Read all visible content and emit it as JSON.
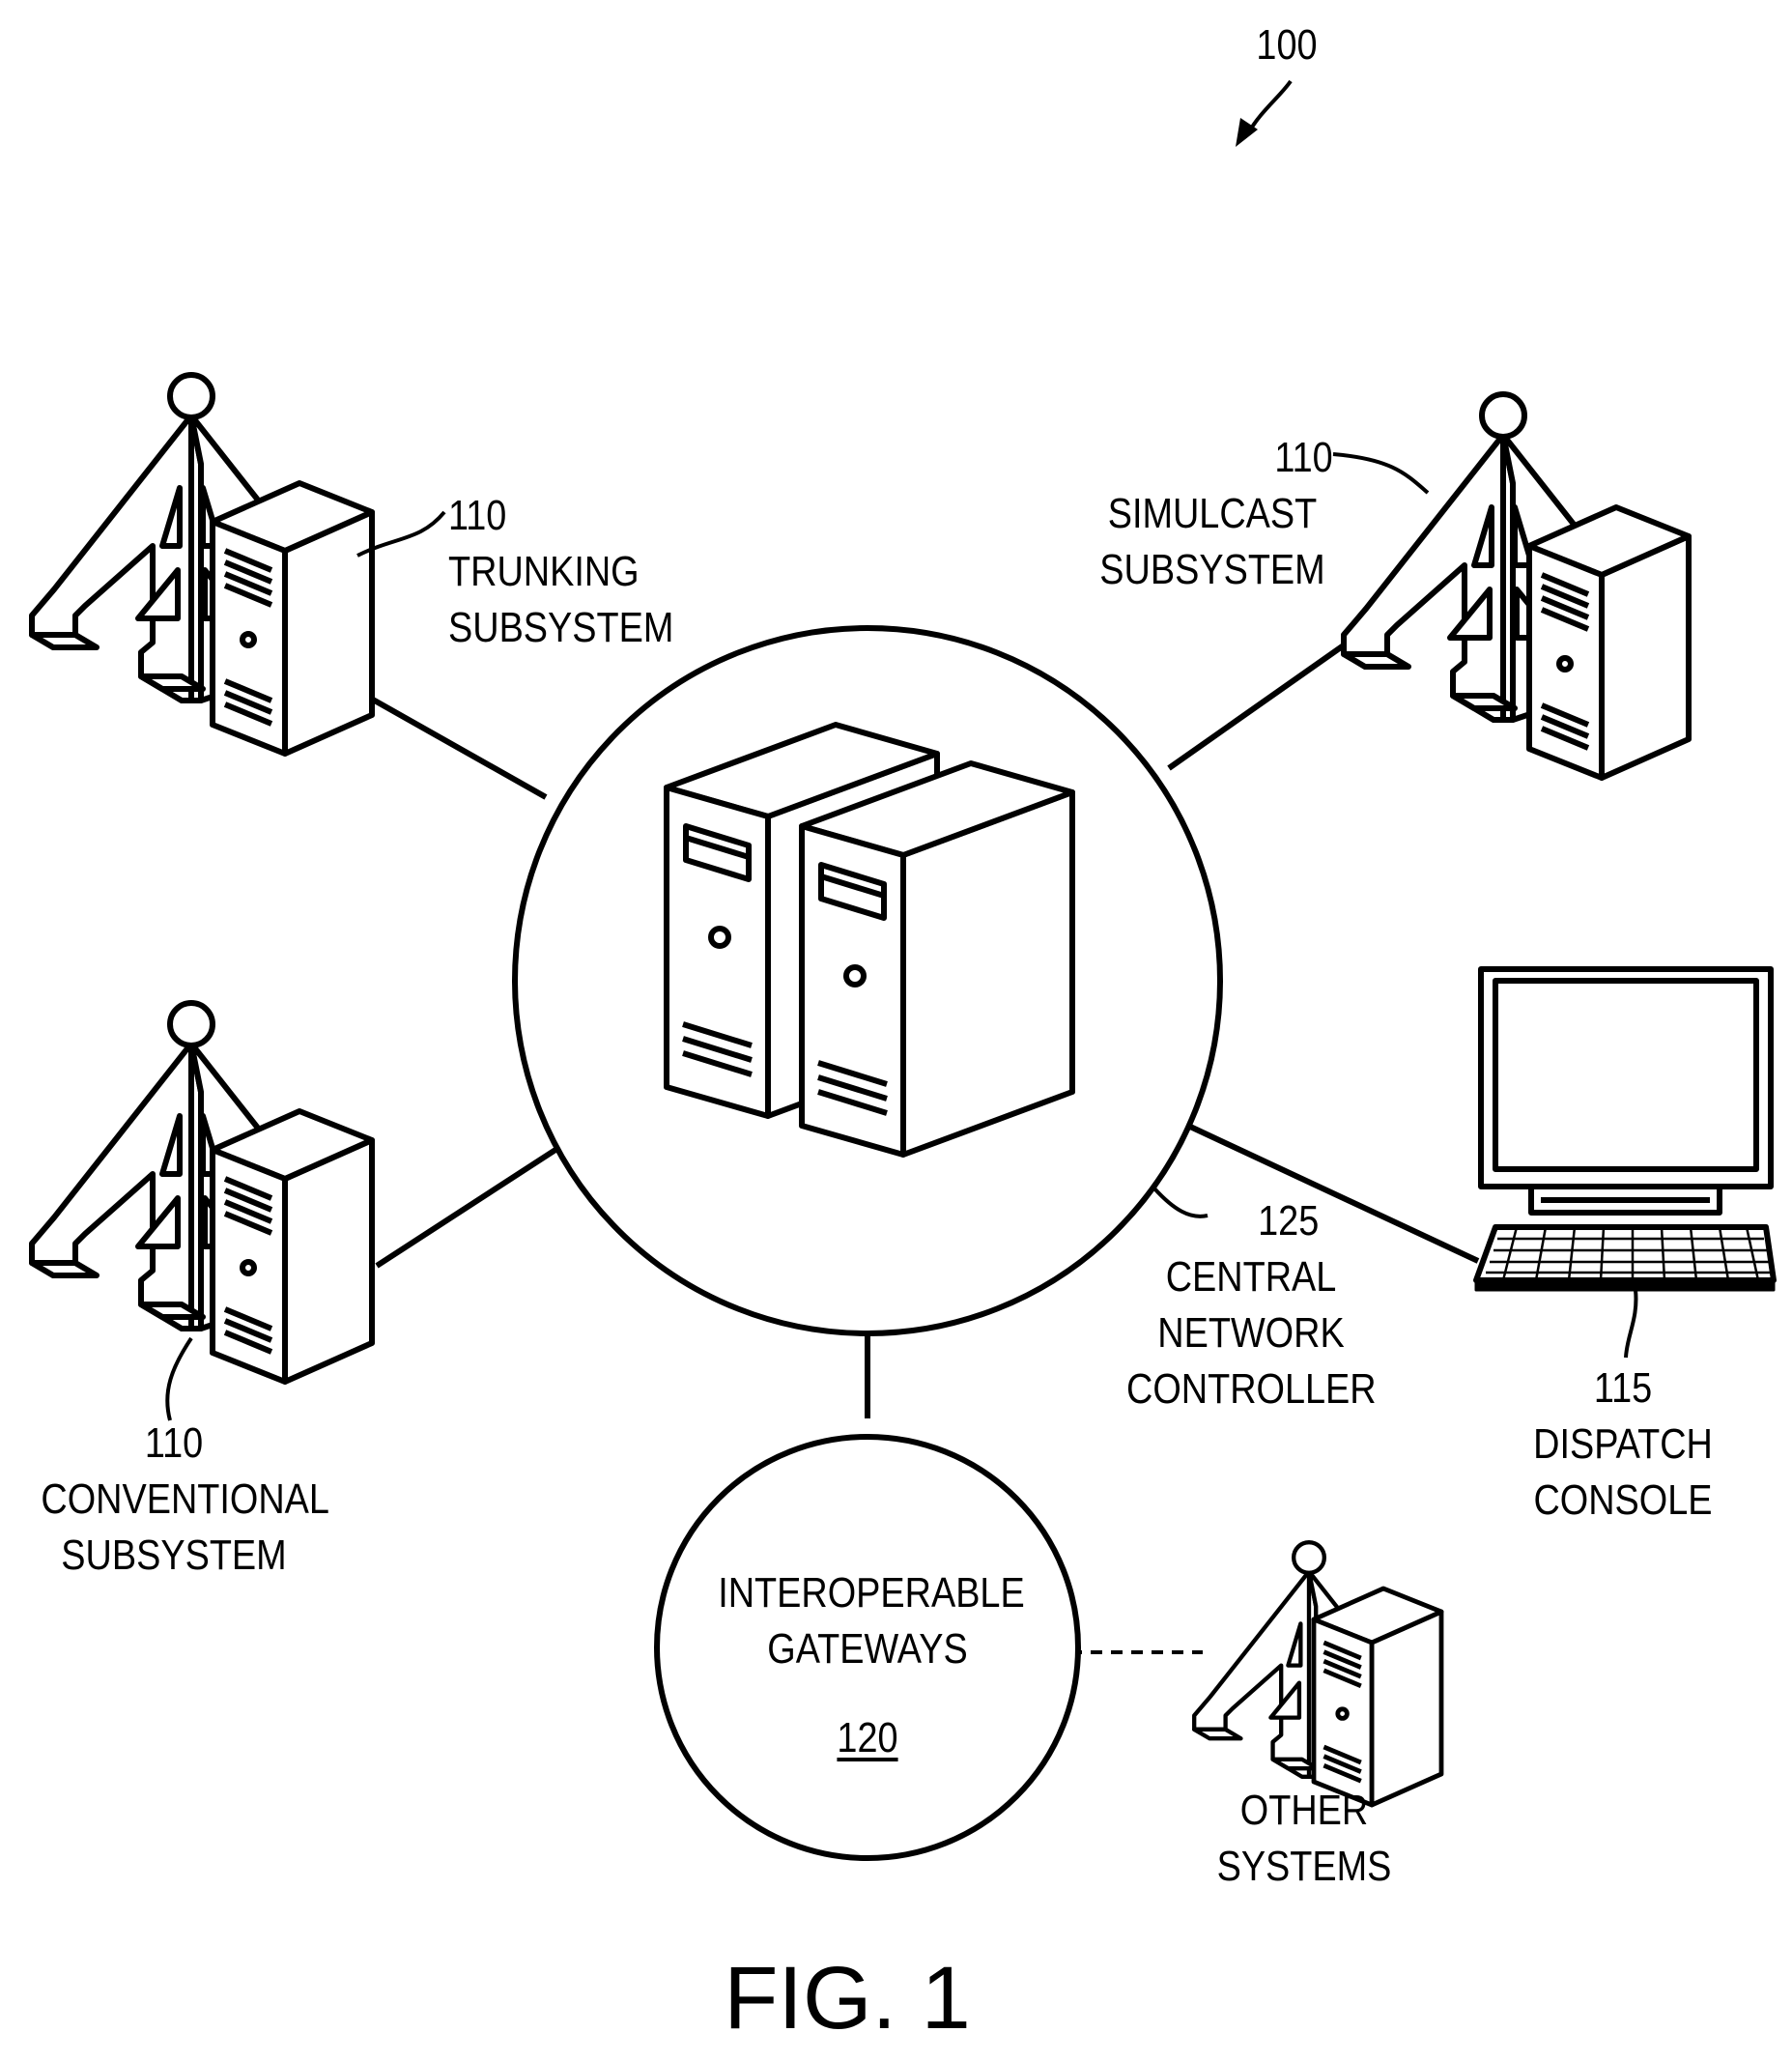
{
  "figure": {
    "ref": "100",
    "caption": "FIG. 1"
  },
  "nodes": {
    "trunking": {
      "ref": "110",
      "line1": "TRUNKING",
      "line2": "SUBSYSTEM"
    },
    "simulcast": {
      "ref": "110",
      "line1": "SIMULCAST",
      "line2": "SUBSYSTEM"
    },
    "conventional": {
      "ref": "110",
      "line1": "CONVENTIONAL",
      "line2": "SUBSYSTEM"
    },
    "controller": {
      "ref": "125",
      "line1": "CENTRAL",
      "line2": "NETWORK",
      "line3": "CONTROLLER"
    },
    "dispatch": {
      "ref": "115",
      "line1": "DISPATCH",
      "line2": "CONSOLE"
    },
    "gateways": {
      "line1": "INTEROPERABLE",
      "line2": "GATEWAYS",
      "ref": "120"
    },
    "other": {
      "line1": "OTHER",
      "line2": "SYSTEMS"
    }
  },
  "colors": {
    "ink": "#000000",
    "paper": "#ffffff"
  },
  "icons": [
    "radio-tower-icon",
    "server-tower-icon",
    "server-pair-icon",
    "monitor-icon",
    "keyboard-icon"
  ]
}
